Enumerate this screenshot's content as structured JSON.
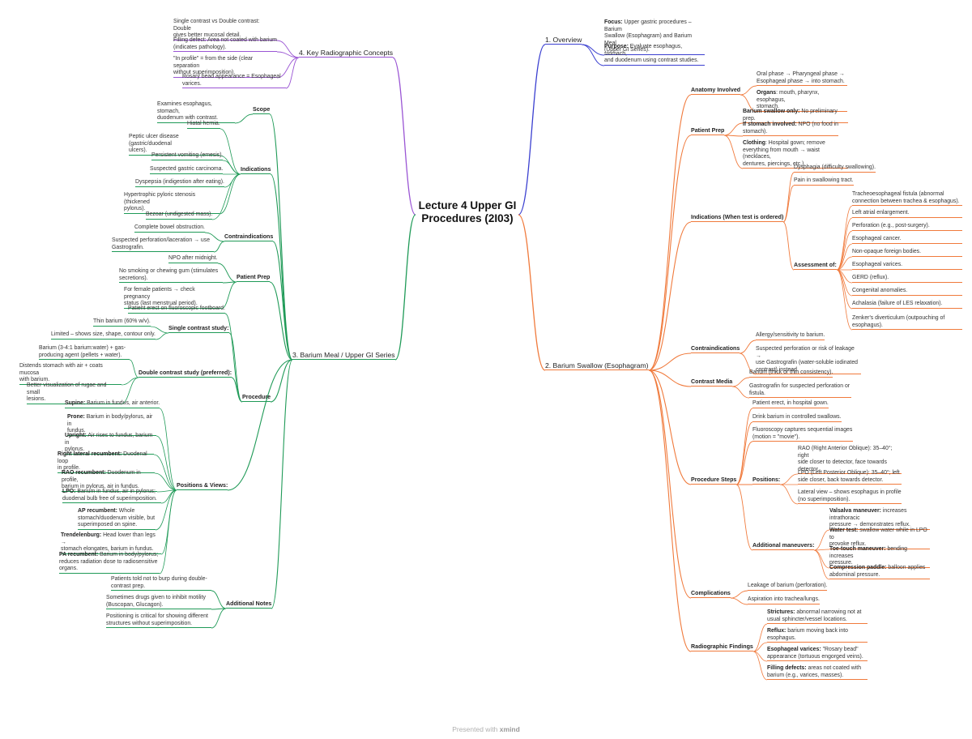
{
  "center_title": "Lecture 4 Upper GI\nProcedures (2I03)",
  "footer": {
    "prefix": "Presented with ",
    "brand": "xmind"
  },
  "colors": {
    "blue": "#3a3fd0",
    "purple": "#9a55d4",
    "green": "#1f9a57",
    "orange": "#f07a3c"
  },
  "branches": {
    "overview": "1. Overview",
    "barium_swallow": "2. Barium Swallow (Esophagram)",
    "barium_meal": "3. Barium Meal / Upper GI Series",
    "key_concepts": "4. Key Radiographic Concepts"
  },
  "overview": {
    "focus_label": "Focus:",
    "focus_text": " Upper gastric procedures – Barium\nSwallow (Esophagram) and Barium Meal\n(Upper GI Series).",
    "purpose_label": "Purpose:",
    "purpose_text": " Evaluate esophagus, stomach,\nand duodenum using contrast studies."
  },
  "key_concepts": {
    "items": [
      "Single contrast vs Double contrast: Double\ngives better mucosal detail.",
      "Filling defect: Area not coated with barium\n(indicates pathology).",
      "\"In profile\" = from the side (clear separation\nwithout superimposition).",
      "Rosary bead appearance = Esophageal\nvarices."
    ]
  },
  "swallow": {
    "anatomy": {
      "label": "Anatomy Involved",
      "phases": "Oral phase → Pharyngeal phase →\nEsophageal phase → into stomach.",
      "organs_label": "Organs",
      "organs_text": ": mouth, pharynx, esophagus,\nstomach."
    },
    "prep": {
      "label": "Patient Prep",
      "only_label": "Barium swallow only:",
      "only_text": " No preliminary prep.",
      "stomach_label": "If stomach involved:",
      "stomach_text": " NPO (no food in\nstomach).",
      "clothing_label": "Clothing",
      "clothing_text": ": Hospital gown; remove\neverything from mouth → waist (necklaces,\ndentures, piercings, etc.)."
    },
    "indications": {
      "label": "Indications (When test is ordered)",
      "dysphagia": "Dysphagia (difficulty swallowing).",
      "pain": "Pain in swallowing tract.",
      "assessment_label": "Assessment of:",
      "assessment": [
        "Tracheoesophageal fistula (abnormal\nconnection between trachea & esophagus).",
        "Left atrial enlargement.",
        "Perforation (e.g., post-surgery).",
        "Esophageal cancer.",
        "Non-opaque foreign bodies.",
        "Esophageal varices.",
        "GERD (reflux).",
        "Congenital anomalies.",
        "Achalasia (failure of LES relaxation).",
        "Zenker's diverticulum (outpouching of\nesophagus)."
      ]
    },
    "contra": {
      "label": "Contraindications",
      "items": [
        "Allergy/sensitivity to barium.",
        "Suspected perforation or risk of leakage →\nuse Gastrografin (water-soluble iodinated\ncontrast) instead."
      ]
    },
    "media": {
      "label": "Contrast Media",
      "items": [
        "Barium (thick or thin consistency).",
        "Gastrografin for suspected perforation or\nfistula."
      ]
    },
    "steps": {
      "label": "Procedure Steps",
      "items": [
        "Patient erect, in hospital gown.",
        "Drink barium in controlled swallows.",
        "Fluoroscopy captures sequential images\n(motion = \"movie\")."
      ],
      "positions_label": "Positions:",
      "positions": [
        "RAO (Right Anterior Oblique): 35–40°; right\nside closer to detector, face towards\ndetector.",
        "LPO (Left Posterior Oblique): 35–40°; left\nside closer, back towards detector.",
        "Lateral view – shows esophagus in profile\n(no superimposition)."
      ],
      "maneuvers_label": "Additional maneuvers:",
      "maneuvers": [
        {
          "b": "Valsalva maneuver:",
          "t": " increases intrathoracic\npressure → demonstrates reflux."
        },
        {
          "b": "Water test:",
          "t": " swallow water while in LPO to\nprovoke reflux."
        },
        {
          "b": "Toe-touch maneuver:",
          "t": " bending increases\npressure."
        },
        {
          "b": "Compression paddle:",
          "t": " balloon applies\nabdominal pressure."
        }
      ]
    },
    "complications": {
      "label": "Complications",
      "items": [
        "Leakage of barium (perforation).",
        "Aspiration into trachea/lungs."
      ]
    },
    "findings": {
      "label": "Radiographic Findings",
      "items": [
        {
          "b": "Strictures:",
          "t": " abnormal narrowing not at\nusual sphincter/vessel locations."
        },
        {
          "b": "Reflux:",
          "t": " barium moving back into\nesophagus."
        },
        {
          "b": "Esophageal varices:",
          "t": " \"Rosary bead\"\nappearance (tortuous engorged veins)."
        },
        {
          "b": "Filling defects:",
          "t": " areas not coated with\nbarium (e.g., varices, masses)."
        }
      ]
    }
  },
  "meal": {
    "scope": {
      "label": "Scope",
      "items": [
        "Examines esophagus, stomach,\nduodenum with contrast."
      ]
    },
    "indications": {
      "label": "Indications",
      "items": [
        "Hiatal hernia.",
        "Peptic ulcer disease (gastric/duodenal\nulcers).",
        "Persistent vomiting (emesis).",
        "Suspected gastric carcinoma.",
        "Dyspepsia (indigestion after eating).",
        "Hypertrophic pyloric stenosis (thickened\npylorus).",
        "Bezoar (undigested mass)."
      ]
    },
    "contra": {
      "label": "Contraindications",
      "items": [
        "Complete bowel obstruction.",
        "Suspected perforation/laceration → use\nGastrografin."
      ]
    },
    "prep": {
      "label": "Patient Prep",
      "items": [
        "NPO after midnight.",
        "No smoking or chewing gum (stimulates\nsecretions).",
        "For female patients → check pregnancy\nstatus (last menstrual period)."
      ]
    },
    "procedure": {
      "label": "Procedure",
      "erect": "Patient erect on fluoroscopic footboard.",
      "single_label": "Single contrast study:",
      "single": [
        "Thin barium (60% w/v).",
        "Limited – shows size, shape, contour only."
      ],
      "double_label": "Double contrast study (preferred):",
      "double": [
        "Barium (3-4:1 barium:water) + gas-\nproducing agent (pellets + water).",
        "Distends stomach with air + coats mucosa\nwith barium.",
        "Better visualization of rugae and small\nlesions."
      ]
    },
    "positions": {
      "label": "Positions & Views:",
      "items": [
        {
          "b": "Supine:",
          "t": " Barium in fundus, air anterior."
        },
        {
          "b": "Prone:",
          "t": " Barium in body/pylorus, air in\nfundus."
        },
        {
          "b": "Upright:",
          "t": " Air rises to fundus, barium in\npylorus."
        },
        {
          "b": "Right lateral recumbent:",
          "t": " Duodenal loop\nin profile."
        },
        {
          "b": "RAO recumbent:",
          "t": " Duodenum in profile,\nbarium in pylorus, air in fundus."
        },
        {
          "b": "LPO:",
          "t": " Barium in fundus, air in pylorus;\nduodenal bulb free of superimposition."
        },
        {
          "b": "AP recumbent:",
          "t": " Whole\nstomach/duodenum visible, but\nsuperimposed on spine."
        },
        {
          "b": "Trendelenburg:",
          "t": " Head lower than legs →\nstomach elongates, barium in fundus."
        },
        {
          "b": "PA recumbent:",
          "t": " Barium in body/pylorus;\nreduces radiation dose to radiosensitive\norgans."
        }
      ]
    },
    "notes": {
      "label": "Additional Notes",
      "items": [
        "Patients told not to burp during double-\ncontrast prep.",
        "Sometimes drugs given to inhibit motility\n(Buscopan, Glucagon).",
        "Positioning is critical for showing different\nstructures without superimposition."
      ]
    }
  }
}
